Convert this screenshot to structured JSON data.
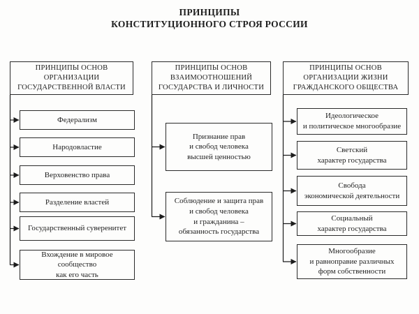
{
  "title": "ПРИНЦИПЫ\nКОНСТИТУЦИОННОГО СТРОЯ РОССИИ",
  "columns": [
    {
      "header": "ПРИНЦИПЫ ОСНОВ\nОРГАНИЗАЦИИ\nГОСУДАРСТВЕННОЙ ВЛАСТИ",
      "items": [
        "Федерализм",
        "Народовластие",
        "Верховенство права",
        "Разделение властей",
        "Государственный суверенитет",
        "Вхождение в мировое сообщество\nкак его часть"
      ]
    },
    {
      "header": "ПРИНЦИПЫ ОСНОВ\nВЗАИМООТНОШЕНИЙ\nГОСУДАРСТВА И ЛИЧНОСТИ",
      "items": [
        "Признание прав\nи свобод человека\nвысшей ценностью",
        "Соблюдение и защита прав\nи свобод человека\nи гражданина –\nобязанность государства"
      ]
    },
    {
      "header": "ПРИНЦИПЫ ОСНОВ\nОРГАНИЗАЦИИ ЖИЗНИ\nГРАЖДАНСКОГО ОБЩЕСТВА",
      "items": [
        "Идеологическое\nи политическое многообразие",
        "Светский\nхарактер государства",
        "Свобода\nэкономической деятельности",
        "Социальный\nхарактер государства",
        "Многообразие\nи равноправие различных\nформ собственности"
      ]
    }
  ],
  "colors": {
    "background": "#fdfdfc",
    "border": "#2a2a2a",
    "text": "#1f1f1f",
    "connector": "#1d1d1d"
  }
}
